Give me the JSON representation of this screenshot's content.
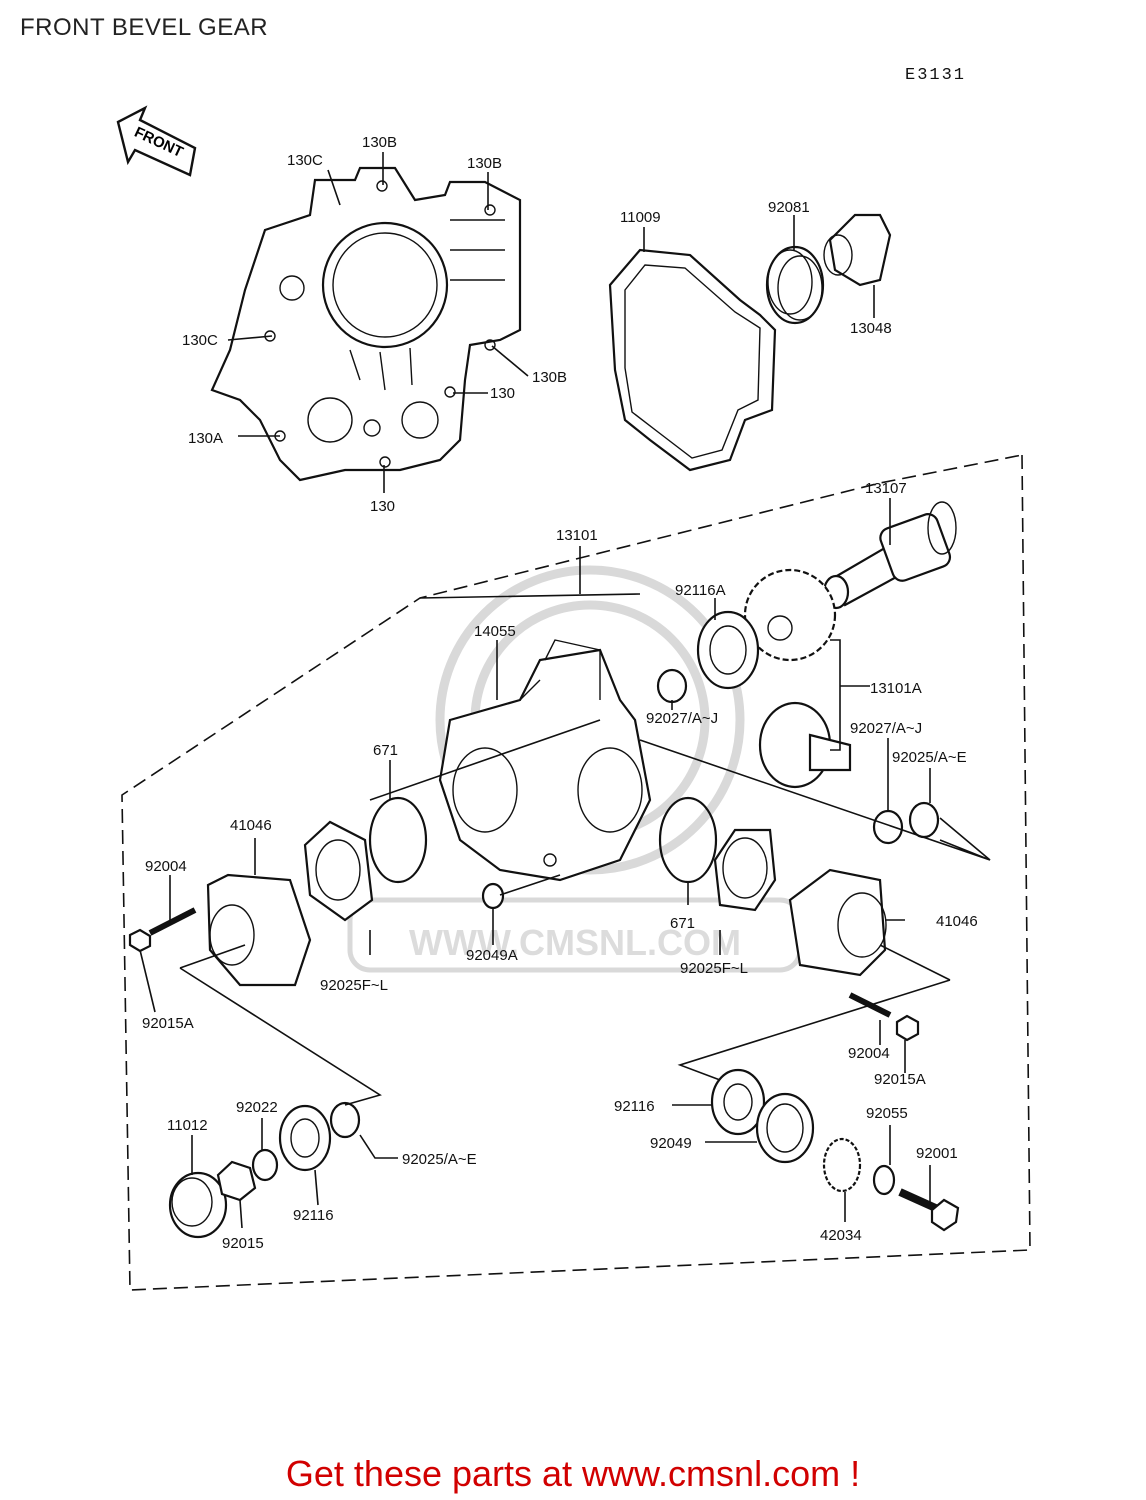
{
  "page": {
    "title": "FRONT BEVEL GEAR",
    "diagram_code": "E3131"
  },
  "arrow": {
    "label": "FRONT"
  },
  "watermark": {
    "text": "WWW.CMSNL.COM"
  },
  "labels": {
    "l130b_top": "130B",
    "l130c_top": "130C",
    "l130b_right_top": "130B",
    "l130c_left": "130C",
    "l130b_right": "130B",
    "l130_right": "130",
    "l130a": "130A",
    "l130_bottom": "130",
    "l11009": "11009",
    "l92081": "92081",
    "l13048": "13048",
    "l13107": "13107",
    "l13101": "13101",
    "l92116a": "92116A",
    "l14055": "14055",
    "l13101a": "13101A",
    "l92027_left": "92027/A~J",
    "l92027_right": "92027/A~J",
    "l92025_ae_top": "92025/A~E",
    "l671_left": "671",
    "l671_right": "671",
    "l41046_left": "41046",
    "l41046_right": "41046",
    "l92004_left": "92004",
    "l92004_right": "92004",
    "l92015a_left": "92015A",
    "l92015a_right": "92015A",
    "l92025fl_left": "92025F~L",
    "l92025fl_right": "92025F~L",
    "l92049a": "92049A",
    "l11012": "11012",
    "l92022": "92022",
    "l92025_ae_bottom": "92025/A~E",
    "l92116_left": "92116",
    "l92015": "92015",
    "l92116_right": "92116",
    "l92049": "92049",
    "l92055": "92055",
    "l92001": "92001",
    "l42034": "42034"
  },
  "footer": {
    "text": "Get these parts at www.cmsnl.com !",
    "color": "#d10000"
  }
}
